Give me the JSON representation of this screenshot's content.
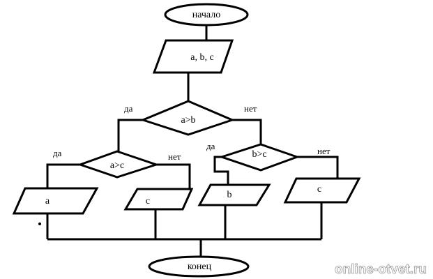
{
  "flowchart": {
    "start": "начало",
    "input": "a, b, c",
    "cond_ab": "a>b",
    "cond_ac": "a>c",
    "cond_bc": "b>c",
    "out_a": "a",
    "out_c_left": "c",
    "out_b": "b",
    "out_c_right": "c",
    "end": "конец",
    "yes_1": "да",
    "no_1": "нет",
    "yes_2": "да",
    "no_2": "нет",
    "yes_3": "да",
    "no_3": "нет"
  },
  "watermark": "online-otvet.ru"
}
